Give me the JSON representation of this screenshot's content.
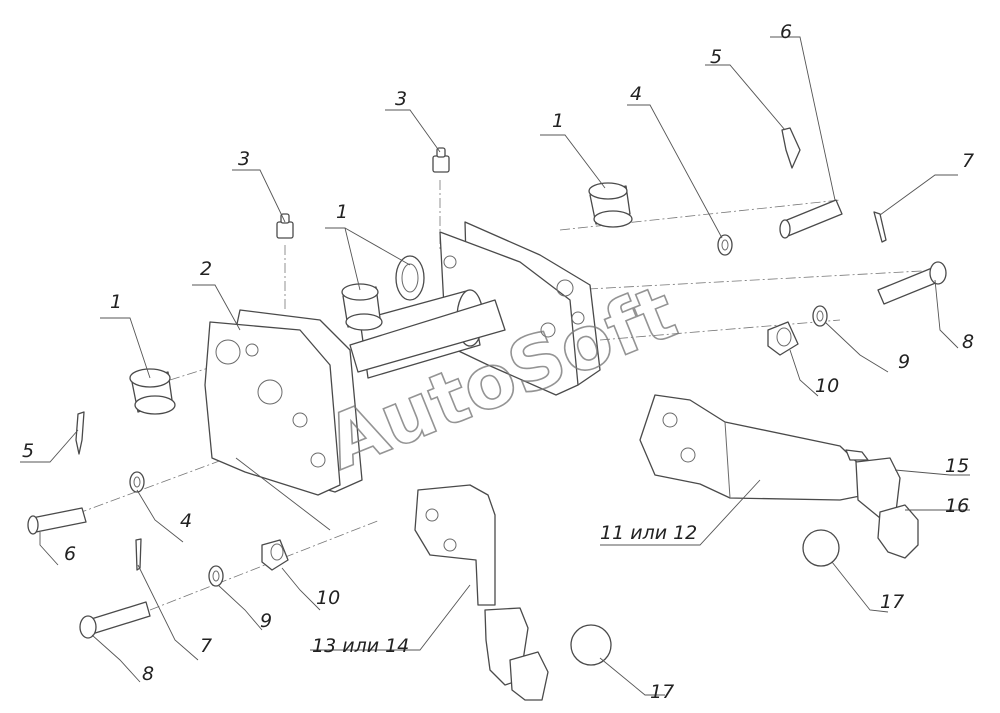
{
  "watermark": "AutoSoft",
  "callouts": {
    "c1_left": "1",
    "c1_mid": "1",
    "c1_right": "1",
    "c2": "2",
    "c3_left": "3",
    "c3_right": "3",
    "c4_left": "4",
    "c4_right": "4",
    "c5_left": "5",
    "c5_right": "5",
    "c6_left": "6",
    "c6_right": "6",
    "c7_left": "7",
    "c7_right": "7",
    "c8_left": "8",
    "c8_right": "8",
    "c9_left": "9",
    "c9_right": "9",
    "c10_left": "10",
    "c10_right": "10",
    "c11_12": "11 или 12",
    "c13_14": "13 или 14",
    "c15": "15",
    "c16": "16",
    "c17_left": "17",
    "c17_right": "17"
  },
  "colors": {
    "line": "#4a4a4a",
    "background": "#ffffff"
  }
}
